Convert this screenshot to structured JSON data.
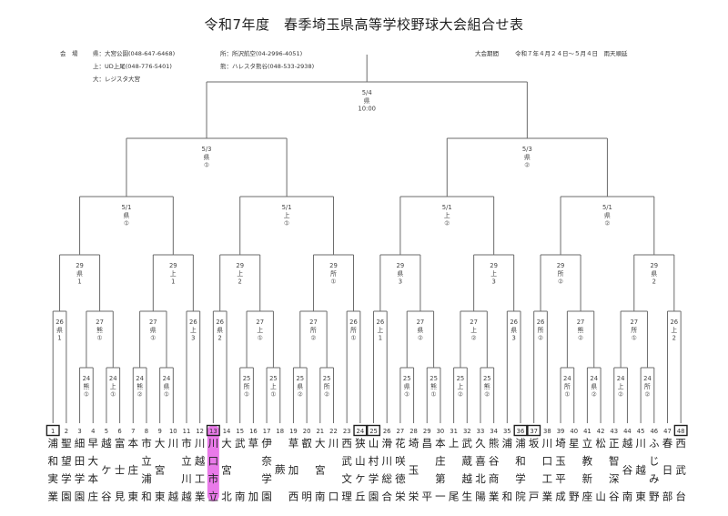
{
  "title": "令和7年度　春季埼玉県高等学校野球大会組合せ表",
  "venues": {
    "label": "会　場",
    "ken": "県：大宮公園(048-647-6468)",
    "ue": "上：UD上尾(048-776-5401)",
    "dai": "大：レジスタ大宮",
    "tokoro": "所：所沢航空(04-2996-4051)",
    "kuma": "熊：ハレスタ熊谷(048-533-2938)"
  },
  "period": {
    "label": "大会期間",
    "value": "令和７年４月２４日～５月４日　雨天順延"
  },
  "final": [
    "5/4",
    "県",
    "10:00"
  ],
  "semis": [
    [
      "5/3",
      "県",
      "①"
    ],
    [
      "5/3",
      "県",
      "②"
    ]
  ],
  "quarters": [
    [
      "5/1",
      "県",
      "①"
    ],
    [
      "5/1",
      "上",
      "①"
    ],
    [
      "5/1",
      "上",
      "②"
    ],
    [
      "5/1",
      "県",
      "②"
    ]
  ],
  "groups": [
    {
      "pattern": "A",
      "r29": [
        "29",
        "県",
        "1"
      ],
      "r26": [
        "26",
        "県",
        "1"
      ],
      "r27": [
        "27",
        "熊",
        "①"
      ],
      "r24": [
        [
          "24",
          "熊",
          "①"
        ],
        [
          "24",
          "上",
          "①"
        ]
      ]
    },
    {
      "pattern": "B",
      "r29": [
        "29",
        "上",
        "1"
      ],
      "r27": [
        "27",
        "県",
        "①"
      ],
      "r24": [
        [
          "24",
          "熊",
          "②"
        ],
        [
          "24",
          "県",
          "①"
        ]
      ],
      "r26": [
        "26",
        "上",
        "3"
      ]
    },
    {
      "pattern": "A",
      "r29": [
        "29",
        "上",
        "2"
      ],
      "r26": [
        "26",
        "県",
        "2"
      ],
      "r27": [
        "27",
        "上",
        "①"
      ],
      "r24": [
        [
          "25",
          "所",
          "①"
        ],
        [
          "25",
          "上",
          "①"
        ]
      ]
    },
    {
      "pattern": "B",
      "r29": [
        "29",
        "所",
        "①"
      ],
      "r27": [
        "27",
        "所",
        "②"
      ],
      "r24": [
        [
          "25",
          "県",
          "②"
        ],
        [
          "25",
          "所",
          "②"
        ]
      ],
      "r26": [
        "26",
        "所",
        "①"
      ]
    },
    {
      "pattern": "A",
      "r29": [
        "29",
        "県",
        "3"
      ],
      "r26": [
        "26",
        "上",
        "1"
      ],
      "r27": [
        "27",
        "県",
        "②"
      ],
      "r24": [
        [
          "25",
          "県",
          "①"
        ],
        [
          "25",
          "熊",
          "①"
        ]
      ]
    },
    {
      "pattern": "B",
      "r29": [
        "29",
        "上",
        "3"
      ],
      "r27": [
        "27",
        "上",
        "②"
      ],
      "r24": [
        [
          "25",
          "上",
          "②"
        ],
        [
          "25",
          "熊",
          "②"
        ]
      ],
      "r26": [
        "26",
        "県",
        "3"
      ]
    },
    {
      "pattern": "A",
      "r29": [
        "29",
        "所",
        "②"
      ],
      "r26": [
        "26",
        "所",
        "②"
      ],
      "r27": [
        "27",
        "熊",
        "②"
      ],
      "r24": [
        [
          "24",
          "所",
          "①"
        ],
        [
          "24",
          "県",
          "②"
        ]
      ]
    },
    {
      "pattern": "B",
      "r29": [
        "29",
        "県",
        "2"
      ],
      "r27": [
        "27",
        "所",
        "①"
      ],
      "r24": [
        [
          "24",
          "上",
          "②"
        ],
        [
          "24",
          "所",
          "②"
        ]
      ],
      "r26": [
        "26",
        "上",
        "2"
      ]
    }
  ],
  "teams": [
    {
      "no": "1",
      "name": "浦和実業",
      "seed": true
    },
    {
      "no": "2",
      "name": "聖望学園"
    },
    {
      "no": "3",
      "name": "細田学園"
    },
    {
      "no": "4",
      "name": "早大本庄"
    },
    {
      "no": "5",
      "name": "越ケ谷"
    },
    {
      "no": "6",
      "name": "富士見"
    },
    {
      "no": "7",
      "name": "本庄東"
    },
    {
      "no": "8",
      "name": "市立浦和"
    },
    {
      "no": "9",
      "name": "大宮東"
    },
    {
      "no": "10",
      "name": "川越"
    },
    {
      "no": "11",
      "name": "市立川越"
    },
    {
      "no": "12",
      "name": "川越工業"
    },
    {
      "no": "13",
      "name": "川口市立",
      "seed": true,
      "highlight": true
    },
    {
      "no": "14",
      "name": "大宮北"
    },
    {
      "no": "15",
      "name": "武南"
    },
    {
      "no": "16",
      "name": "草加"
    },
    {
      "no": "17",
      "name": "伊奈学園"
    },
    {
      "no": "18",
      "name": "蕨"
    },
    {
      "no": "19",
      "name": "草加西"
    },
    {
      "no": "20",
      "name": "叡明"
    },
    {
      "no": "21",
      "name": "大宮南"
    },
    {
      "no": "22",
      "name": "川口"
    },
    {
      "no": "23",
      "name": "西武文理"
    },
    {
      "no": "24",
      "name": "狭山ケ丘",
      "seed": true
    },
    {
      "no": "25",
      "name": "山村学園",
      "seed": true
    },
    {
      "no": "26",
      "name": "滑川総合"
    },
    {
      "no": "27",
      "name": "花咲徳栄"
    },
    {
      "no": "28",
      "name": "埼玉栄"
    },
    {
      "no": "29",
      "name": "昌平"
    },
    {
      "no": "30",
      "name": "本庄第一"
    },
    {
      "no": "31",
      "name": "上尾"
    },
    {
      "no": "32",
      "name": "武蔵越生"
    },
    {
      "no": "33",
      "name": "久喜北陽"
    },
    {
      "no": "34",
      "name": "熊谷商業"
    },
    {
      "no": "35",
      "name": "浦和"
    },
    {
      "no": "36",
      "name": "浦和学院",
      "seed": true
    },
    {
      "no": "37",
      "name": "坂戸",
      "seed": true
    },
    {
      "no": "38",
      "name": "川口工業"
    },
    {
      "no": "39",
      "name": "埼玉平成"
    },
    {
      "no": "40",
      "name": "星野"
    },
    {
      "no": "41",
      "name": "立教新座"
    },
    {
      "no": "42",
      "name": "松山"
    },
    {
      "no": "43",
      "name": "正智深谷"
    },
    {
      "no": "44",
      "name": "越谷南"
    },
    {
      "no": "45",
      "name": "川越東"
    },
    {
      "no": "46",
      "name": "ふじみ野"
    },
    {
      "no": "47",
      "name": "春日部"
    },
    {
      "no": "48",
      "name": "西武台",
      "seed": true
    }
  ],
  "colors": {
    "line": "#6b6b6b",
    "highlight": "#e97ae9",
    "text": "#222222"
  }
}
